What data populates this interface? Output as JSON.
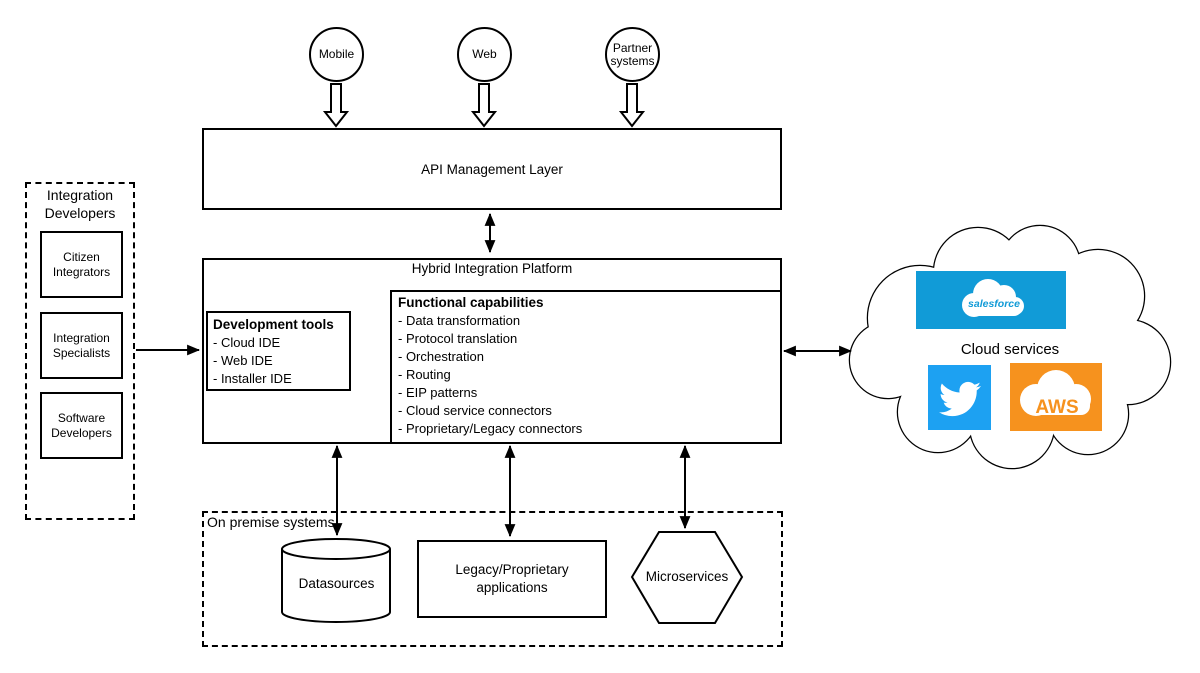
{
  "colors": {
    "stroke": "#000000",
    "salesforce_blue": "#119bd7",
    "twitter_blue": "#1da1f2",
    "aws_orange": "#f6921e",
    "white": "#ffffff"
  },
  "clients": {
    "mobile": "Mobile",
    "web": "Web",
    "partner": "Partner systems"
  },
  "api_layer": {
    "title": "API Management Layer"
  },
  "hip": {
    "title": "Hybrid Integration Platform",
    "dev_tools": {
      "title": "Development tools",
      "items": [
        "- Cloud IDE",
        "- Web IDE",
        "- Installer IDE"
      ]
    },
    "functional": {
      "title": "Functional capabilities",
      "items": [
        "- Data transformation",
        "- Protocol translation",
        "- Orchestration",
        "- Routing",
        "- EIP patterns",
        "- Cloud service connectors",
        "- Proprietary/Legacy connectors"
      ]
    }
  },
  "personas": {
    "title": "Integration Developers",
    "items": [
      "Citizen Integrators",
      "Integration Specialists",
      "Software Developers"
    ]
  },
  "cloud": {
    "label": "Cloud services",
    "salesforce_label": "salesforce",
    "aws_label": "AWS"
  },
  "on_premise": {
    "title": "On premise systems",
    "datasources": "Datasources",
    "legacy_apps": "Legacy/Proprietary applications",
    "microservices": "Microservices"
  }
}
